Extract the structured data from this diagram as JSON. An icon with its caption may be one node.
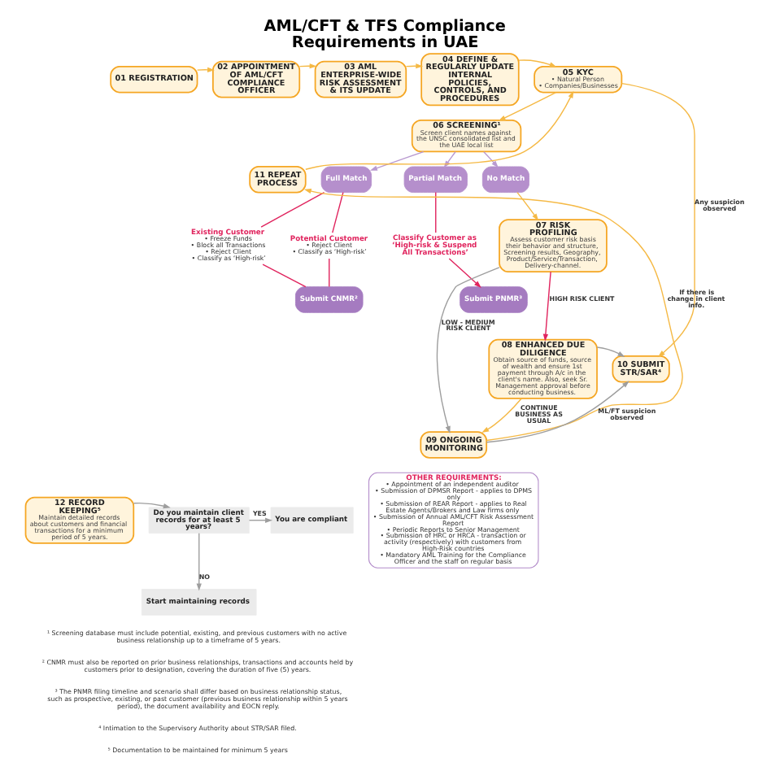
{
  "diagram": {
    "title": "AML/CFT & TFS Compliance Requirements in UAE",
    "nodes": [
      {
        "text": [
          "01 REGISTRATION"
        ]
      },
      {
        "text": [
          "02 APPOINTMENT OF AML/CFT COMPLIANCE OFFICER"
        ]
      },
      {
        "text": [
          "03 AML ENTERPRISE-WIDE RISK ASSESSMENT & ITS UPDATE"
        ]
      },
      {
        "text": [
          "04 DEFINE & REGULARLY UPDATE INTERNAL POLICIES, CONTROLS, AND PROCEDURES"
        ]
      },
      {
        "text": [
          "05 KYC",
          "• Natural Person",
          "• Companies/Businesses"
        ]
      },
      {
        "text": [
          "06 SCREENING¹",
          "Screen client names against the UNSC consolidated list and the UAE local list"
        ]
      },
      {
        "text": [
          "Full Match"
        ]
      },
      {
        "text": [
          "Partial Match"
        ]
      },
      {
        "text": [
          "No Match"
        ]
      },
      {
        "text": [
          "Existing Customer",
          "• Freeze Funds",
          "• Block all Transactions",
          "• Reject Client",
          "• Classify as ‘High-risk’"
        ]
      },
      {
        "text": [
          "Potential Customer",
          "• Reject Client",
          "• Classify as ‘High-risk’"
        ]
      },
      {
        "text": [
          "Submit CNMR²"
        ]
      },
      {
        "text": [
          "Classify Customer as ‘High-risk & Suspend All Transactions’"
        ]
      },
      {
        "text": [
          "Submit PNMR³"
        ]
      },
      {
        "text": [
          "07 RISK PROFILING",
          "Assess customer risk basis their behavior and structure, Screening results, Geography, Product/Service/Transaction, Delivery-channel."
        ]
      },
      {
        "text": [
          "08 ENHANCED DUE DILIGENCE",
          "Obtain source of funds, source of wealth and ensure 1st payment through A/c in the client's name. Also, seek Sr. Management approval before conducting business."
        ]
      },
      {
        "text": [
          "09 ONGOING MONITORING"
        ]
      },
      {
        "text": [
          "10 SUBMIT STR/SAR⁴"
        ]
      },
      {
        "text": [
          "11 REPEAT PROCESS"
        ]
      },
      {
        "text": [
          "12 RECORD KEEPING⁵",
          "Maintain detailed records about customers and financial transactions for a minimum period of 5 years."
        ]
      },
      {
        "text": [
          "Do you maintain client records for at least 5 years?"
        ]
      },
      {
        "text": [
          "You are compliant"
        ]
      },
      {
        "text": [
          "Start maintaining records"
        ]
      },
      {
        "text": [
          "OTHER REQUIREMENTS:",
          "• Appointment of an independent auditor",
          "• Submission of DPMSR Report - applies to DPMS only",
          "• Submission of REAR Report - applies to Real Estate Agents/Brokers and Law firms only",
          "• Submission of Annual AML/CFT Risk Assessment Report",
          "• Periodic Reports to Senior Management",
          "• Submission of HRC or HRCA - transaction or activity (respectively) with customers from High-Risk countries",
          "• Mandatory AML Training for the Compliance Officer and the staff on regular basis"
        ]
      }
    ],
    "edges": [
      {
        "from": 0,
        "to": 1,
        "arrow": "to"
      },
      {
        "from": 1,
        "to": 2,
        "arrow": "to"
      },
      {
        "from": 2,
        "to": 3,
        "arrow": "to"
      },
      {
        "from": 3,
        "to": 4,
        "arrow": "to"
      },
      {
        "from": 18,
        "to": 4,
        "arrow": "to"
      },
      {
        "from": 4,
        "to": 5,
        "arrow": "to"
      },
      {
        "from": 5,
        "to": 6,
        "arrow": "to",
        "color": "#b99ad0"
      },
      {
        "from": 5,
        "to": 7,
        "arrow": "to",
        "color": "#b99ad0"
      },
      {
        "from": 5,
        "to": 8,
        "arrow": "to",
        "color": "#b99ad0"
      },
      {
        "from": 6,
        "to": 9,
        "arrow": "none",
        "color": "#e0245e"
      },
      {
        "from": 6,
        "to": 10,
        "arrow": "none",
        "color": "#e0245e"
      },
      {
        "from": 9,
        "to": 11,
        "arrow": "none",
        "color": "#e0245e"
      },
      {
        "from": 10,
        "to": 11,
        "arrow": "none",
        "color": "#e0245e"
      },
      {
        "from": 7,
        "to": 12,
        "arrow": "none",
        "color": "#e0245e"
      },
      {
        "from": 12,
        "to": 13,
        "arrow": "to",
        "color": "#e0245e"
      },
      {
        "from": 8,
        "to": 14,
        "arrow": "to"
      },
      {
        "from": 4,
        "to": 17,
        "arrow": "to",
        "label": "Any suspicion observed"
      },
      {
        "from": 14,
        "to": 15,
        "arrow": "to",
        "label": "HIGH RISK CLIENT",
        "color": "#e0245e"
      },
      {
        "from": 14,
        "to": 16,
        "arrow": "to",
        "label": "LOW - MEDIUM RISK CLIENT",
        "color": "#9e9e9e"
      },
      {
        "from": 15,
        "to": 16,
        "arrow": "to",
        "label": "CONTINUE BUSINESS AS USUAL"
      },
      {
        "from": 15,
        "to": 17,
        "arrow": "to",
        "color": "#9e9e9e"
      },
      {
        "from": 16,
        "to": 17,
        "arrow": "to",
        "label": "ML/FT suspicion observed",
        "color": "#9e9e9e"
      },
      {
        "from": 16,
        "to": 18,
        "arrow": "to",
        "label": "If there is change in client info."
      },
      {
        "from": 19,
        "to": 20,
        "arrow": "to",
        "color": "#9e9e9e"
      },
      {
        "from": 20,
        "to": 21,
        "arrow": "to",
        "label": "YES",
        "color": "#9e9e9e"
      },
      {
        "from": 20,
        "to": 22,
        "arrow": "to",
        "label": "NO",
        "color": "#9e9e9e"
      }
    ],
    "labels": [
      "¹ Screening database must include potential, existing, and previous customers with no active business relationship up to a timeframe of 5 years.",
      "² CNMR must also be reported on prior business relationships, transactions and accounts held by customers prior to designation, covering the duration of five (5) years.",
      "³ The PNMR filing timeline and scenario shall differ based on business relationship status, such as prospective, existing, or past customer (previous business relationship within 5 years period), the document availability and EOCN reply.",
      "⁴ Intimation to the Supervisory Authority about STR/SAR filed.",
      "⁵ Documentation to be maintained for minimum 5 years"
    ]
  }
}
